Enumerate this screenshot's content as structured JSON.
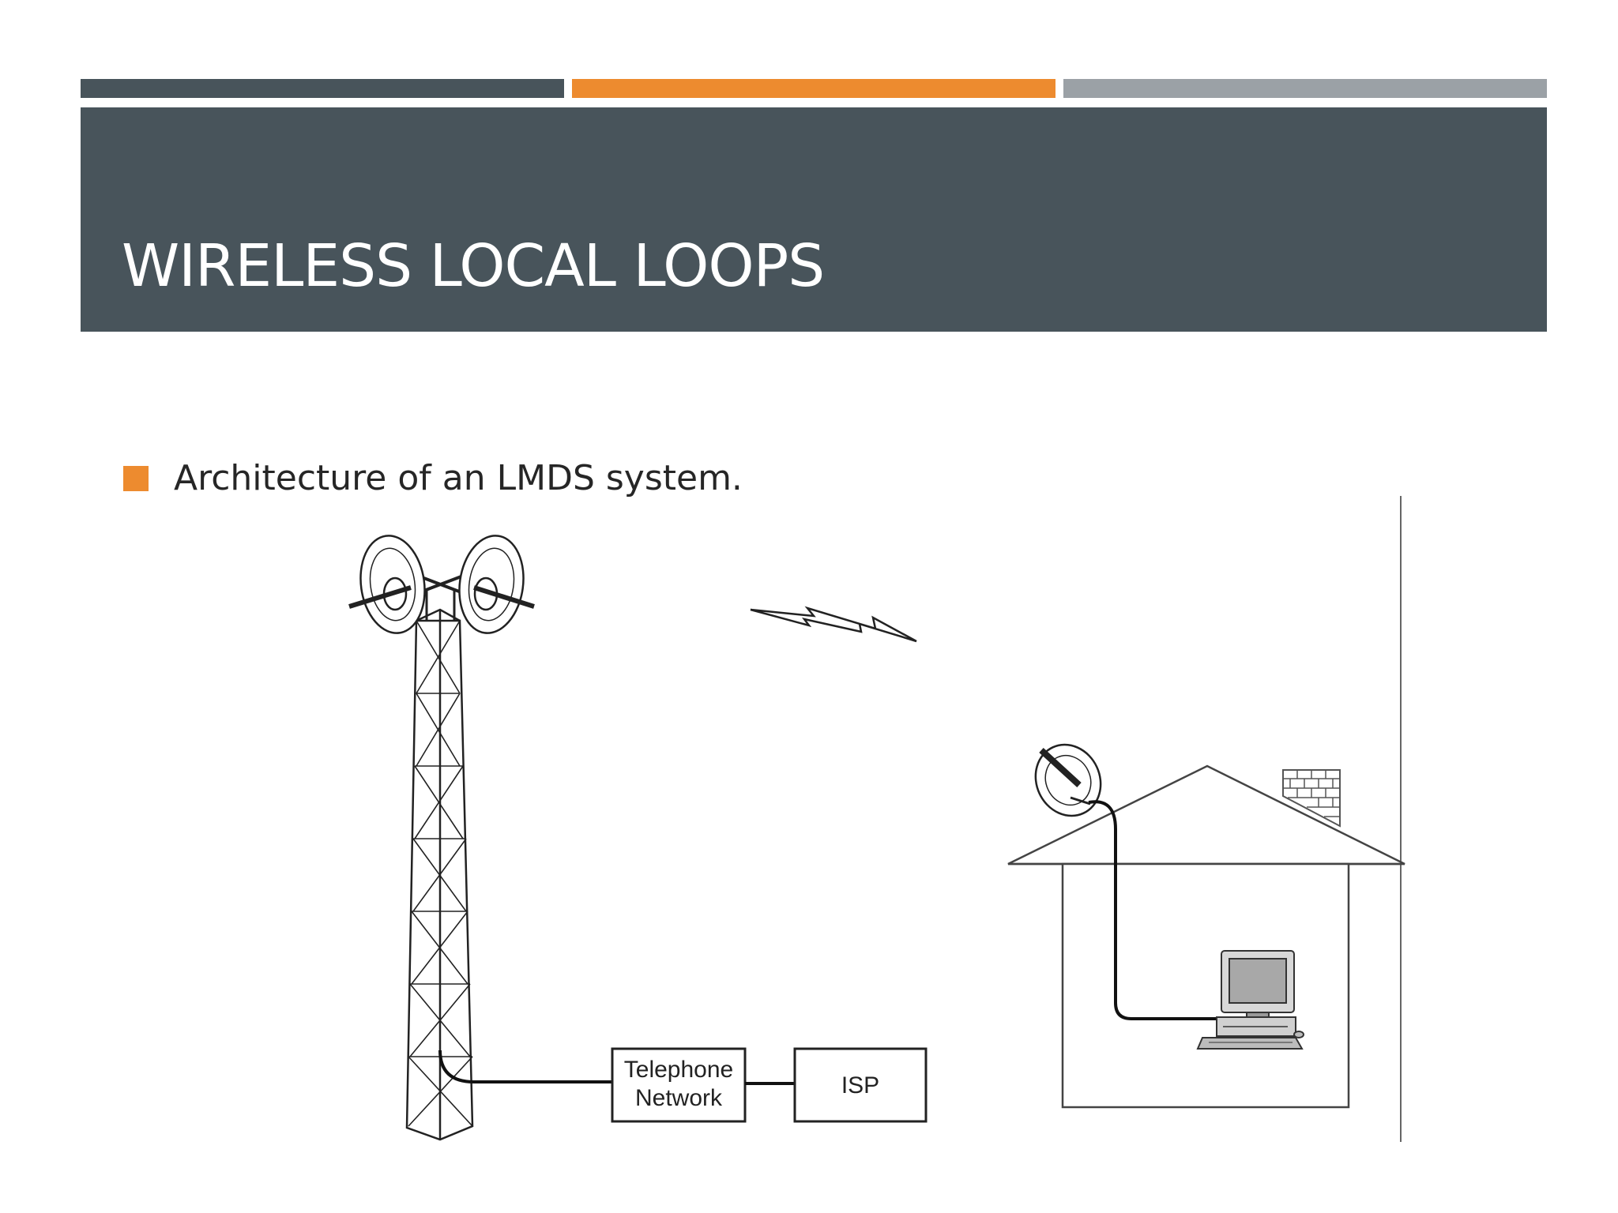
{
  "slide": {
    "title": "WIRELESS LOCAL LOOPS",
    "bullet": "Architecture of an LMDS system."
  },
  "diagram": {
    "labels": {
      "telephone_line1": "Telephone",
      "telephone_line2": "Network",
      "isp": "ISP"
    }
  },
  "colors": {
    "dark_slate": "#48545b",
    "accent_orange": "#ed8b2f",
    "light_gray": "#9ba1a6"
  }
}
